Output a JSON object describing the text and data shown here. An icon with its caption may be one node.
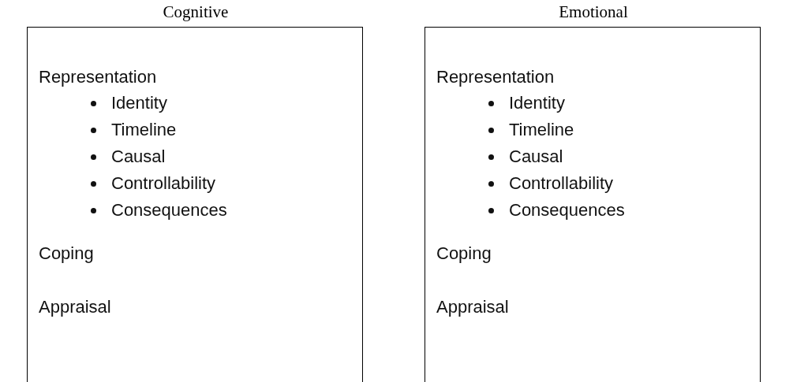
{
  "diagram": {
    "nodes": [
      {
        "text": [
          "Cognitive",
          "Representation",
          "Identity",
          "Timeline",
          "Causal",
          "Controllability",
          "Consequences",
          "Coping",
          "Appraisal"
        ]
      },
      {
        "text": [
          "Emotional",
          "Representation",
          "Identity",
          "Timeline",
          "Causal",
          "Controllability",
          "Consequences",
          "Coping",
          "Appraisal"
        ]
      }
    ]
  }
}
